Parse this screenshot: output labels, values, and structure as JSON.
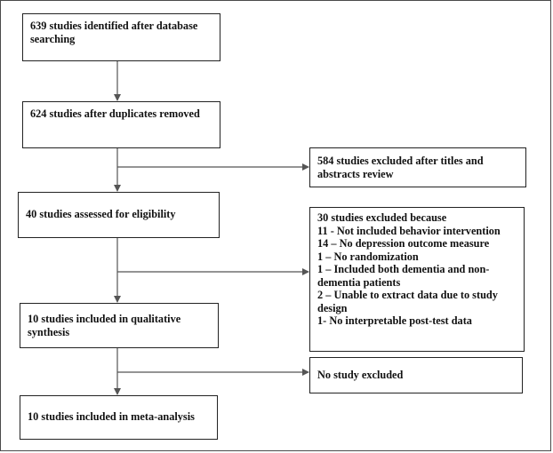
{
  "boxes": {
    "identified": {
      "text": "639 studies identified after database searching"
    },
    "duplicates": {
      "text": "624 studies after duplicates removed"
    },
    "excluded_titles": {
      "text": "584 studies excluded after titles and abstracts review"
    },
    "eligibility": {
      "text": "40 studies assessed for eligibility"
    },
    "excluded_reasons": {
      "heading": "30 studies excluded because",
      "reasons": [
        "11 - Not included behavior intervention",
        "14 – No depression outcome measure",
        "1 – No randomization",
        "1 – Included both dementia and non-dementia patients",
        "2 – Unable to extract data due to study design",
        "1- No interpretable post-test data"
      ]
    },
    "qualitative": {
      "text": "10 studies included in qualitative synthesis"
    },
    "no_exclusion": {
      "text": "No study excluded"
    },
    "meta_analysis": {
      "text": "10 studies included in meta-analysis"
    }
  },
  "colors": {
    "stroke": "#222222",
    "arrow": "#555555",
    "frame": "#4a4a4a"
  }
}
